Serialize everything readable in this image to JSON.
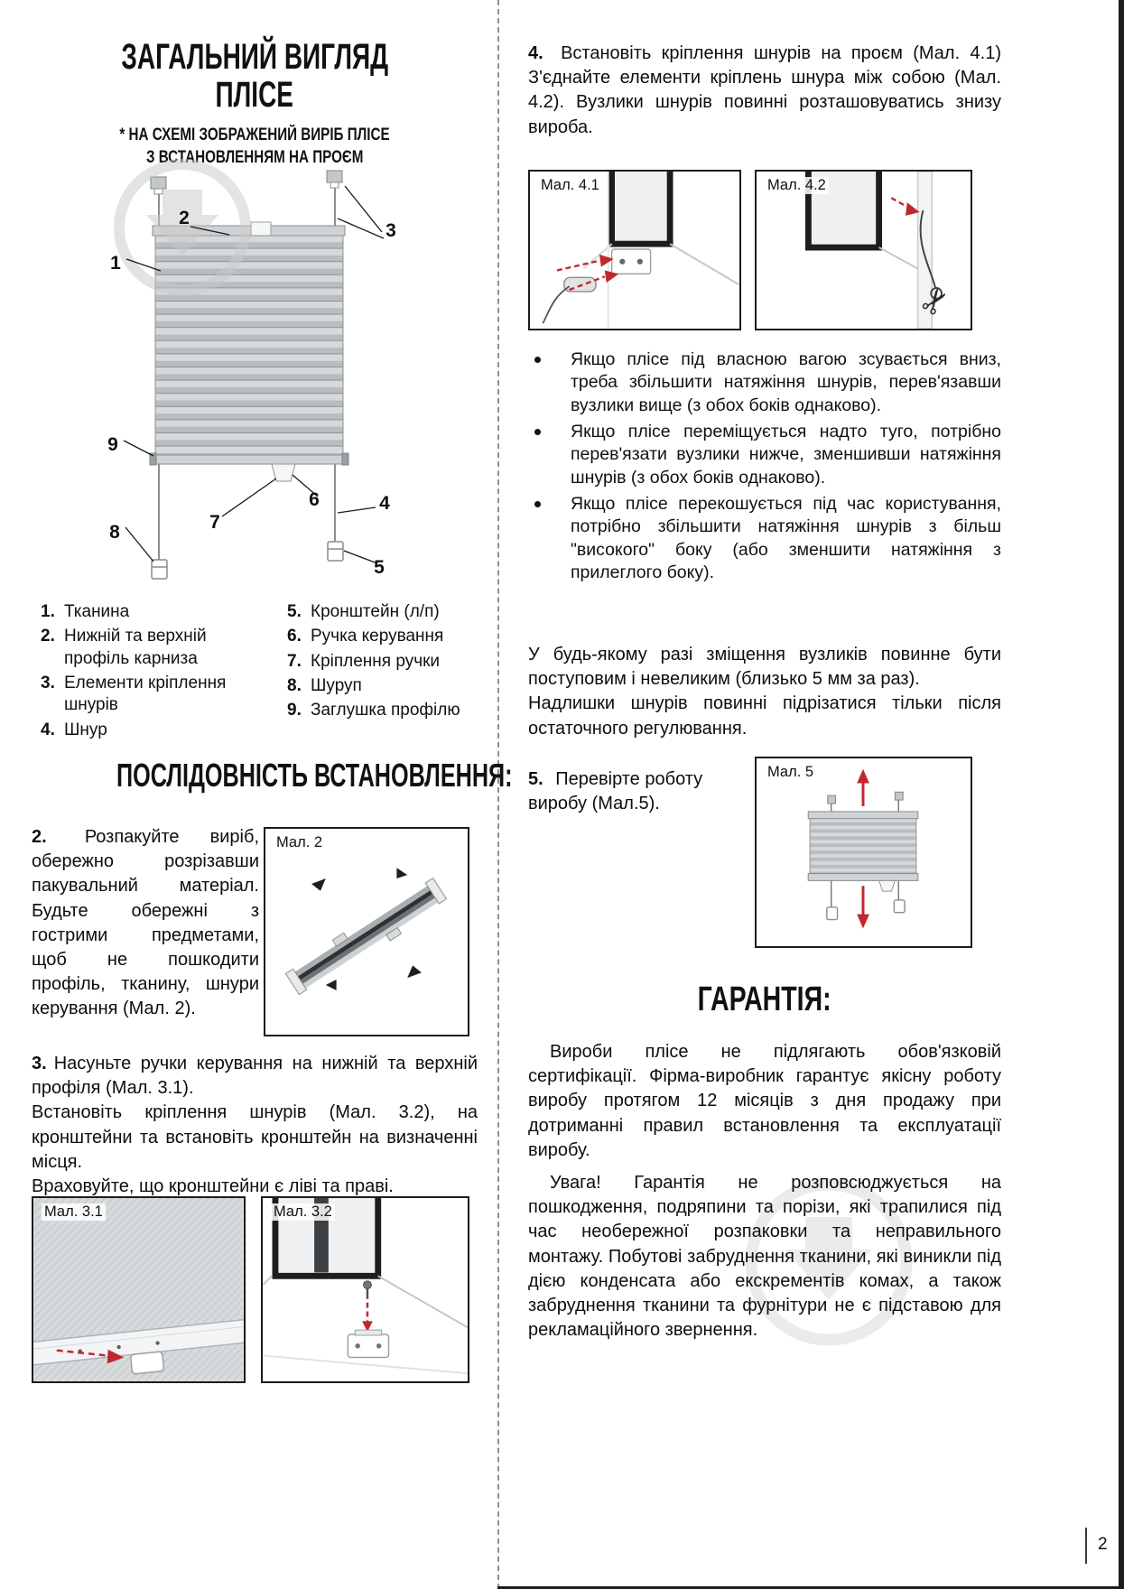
{
  "colors": {
    "accent_red": "#c1272d",
    "diagram_gray": "#bfc4c7",
    "watermark_gray": "#dcdcdc"
  },
  "icons": {
    "scissors": "✂"
  },
  "left": {
    "title_line1": "ЗАГАЛЬНИЙ ВИГЛЯД",
    "title_line2": "ПЛІСЕ",
    "subtitle_line1": "* НА СХЕМІ ЗОБРАЖЕНИЙ ВИРІБ ПЛІСЕ",
    "subtitle_line2": "З ВСТАНОВЛЕННЯМ НА ПРОЄМ",
    "diagram_labels": [
      "1",
      "2",
      "3",
      "4",
      "5",
      "6",
      "7",
      "8",
      "9"
    ],
    "legend_col1": [
      {
        "num": "1.",
        "text": "Тканина"
      },
      {
        "num": "2.",
        "text": "Нижній та верхній профіль карниза"
      },
      {
        "num": "3.",
        "text": "Елементи кріплення шнурів"
      },
      {
        "num": "4.",
        "text": "Шнур"
      }
    ],
    "legend_col2": [
      {
        "num": "5.",
        "text": "Кронштейн (л/п)"
      },
      {
        "num": "6.",
        "text": "Ручка керування"
      },
      {
        "num": "7.",
        "text": "Кріплення ручки"
      },
      {
        "num": "8.",
        "text": "Шуруп"
      },
      {
        "num": "9.",
        "text": "Заглушка профілю"
      }
    ],
    "install_title": "ПОСЛІДОВНІСТЬ ВСТАНОВЛЕННЯ:",
    "step2": {
      "num": "2.",
      "text": "Розпакуйте виріб, обережно розрізавши пакувальний матеріал. Будьте обережні з гострими предметами, щоб не пошкодити профіль, тканину, шнури керування (Мал. 2)."
    },
    "fig2_label": "Мал. 2",
    "step3": {
      "num": "3.",
      "p1": "Насуньте ручки керування на нижній та верхній профіля (Мал. 3.1).",
      "p2": "Встановіть кріплення шнурів (Мал. 3.2), на кронштейни та встановіть кронштейн на визначенні місця.",
      "p3": "Враховуйте, що кронштейни є ліві та праві."
    },
    "fig31_label": "Мал. 3.1",
    "fig32_label": "Мал. 3.2"
  },
  "right": {
    "step4": {
      "num": "4.",
      "text": "Встановіть кріплення шнурів на проєм (Мал. 4.1) З'єднайте елементи кріплень шнура між собою (Мал. 4.2). Вузлики шнурів повинні розташовуватись знизу вироба."
    },
    "fig41_label": "Мал. 4.1",
    "fig42_label": "Мал. 4.2",
    "bullets": [
      "Якщо плісе під власною вагою зсувається вниз, треба збільшити натяжіння шнурів, перев'язавши вузлики вище (з обох боків однаково).",
      "Якщо плісе переміщується надто туго, потрібно перев'язати вузлики нижче, зменшивши натяжіння шнурів (з обох боків однаково).",
      "Якщо плісе перекошується під час користування, потрібно збільшити натяжіння шнурів з більш \"високого\" боку (або зменшити натяжіння з прилеглого боку)."
    ],
    "note1": "У будь-якому разі зміщення вузликів повинне бути поступовим і невеликим (близько 5 мм за раз).",
    "note2": "Надлишки шнурів повинні підрізатися тільки після остаточного регулювання.",
    "step5": {
      "num": "5.",
      "text": "Перевірте роботу виробу (Мал.5)."
    },
    "fig5_label": "Мал. 5",
    "warranty": {
      "title": "ГАРАНТІЯ:",
      "p1": "Вироби плісе не підлягають обов'язковій сертифікації. Фірма-виробник гарантує якісну роботу виробу протягом 12 місяців з дня продажу при дотриманні правил встановлення та експлуатації виробу.",
      "p2": "Увага! Гарантія не розповсюджується на пошкодження, подряпини та порізи, які трапилися під час необережної розпаковки та неправильного монтажу. Побутові забруднення тканини, які виникли під дією конденсата або екскрементів комах, а також забруднення тканини та фурнітури не є підставою для рекламаційного звернення."
    }
  },
  "footer": {
    "page_number": "2"
  }
}
